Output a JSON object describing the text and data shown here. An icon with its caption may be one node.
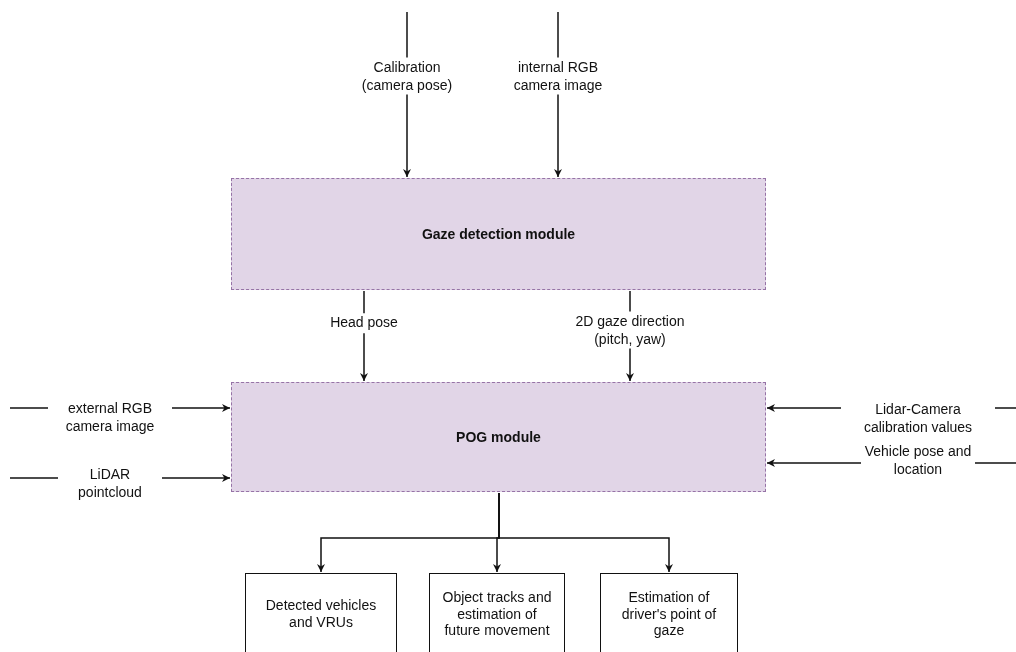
{
  "diagram": {
    "nodes": [
      {
        "text": [
          "Gaze detection module"
        ]
      },
      {
        "text": [
          "POG module"
        ]
      },
      {
        "text": [
          "Detected vehicles and VRUs"
        ]
      },
      {
        "text": [
          "Object tracks and estimation of future movement"
        ]
      },
      {
        "text": [
          "Estimation of driver's point of gaze"
        ]
      }
    ],
    "edges": [
      {
        "from": null,
        "to": 0,
        "arrow": "to",
        "label": "Calibration (camera pose)"
      },
      {
        "from": null,
        "to": 0,
        "arrow": "to",
        "label": "internal RGB camera image"
      },
      {
        "from": 0,
        "to": 1,
        "arrow": "to",
        "label": "Head pose"
      },
      {
        "from": 0,
        "to": 1,
        "arrow": "to",
        "label": "2D gaze direction (pitch, yaw)"
      },
      {
        "from": null,
        "to": 1,
        "arrow": "to",
        "label": "external RGB camera image"
      },
      {
        "from": null,
        "to": 1,
        "arrow": "to",
        "label": "LiDAR pointcloud"
      },
      {
        "from": null,
        "to": 1,
        "arrow": "to",
        "label": "Lidar-Camera calibration values"
      },
      {
        "from": null,
        "to": 1,
        "arrow": "to",
        "label": "Vehicle pose and location"
      },
      {
        "from": 1,
        "to": 2,
        "arrow": "to"
      },
      {
        "from": 1,
        "to": 3,
        "arrow": "to"
      },
      {
        "from": 1,
        "to": 4,
        "arrow": "to"
      }
    ]
  }
}
